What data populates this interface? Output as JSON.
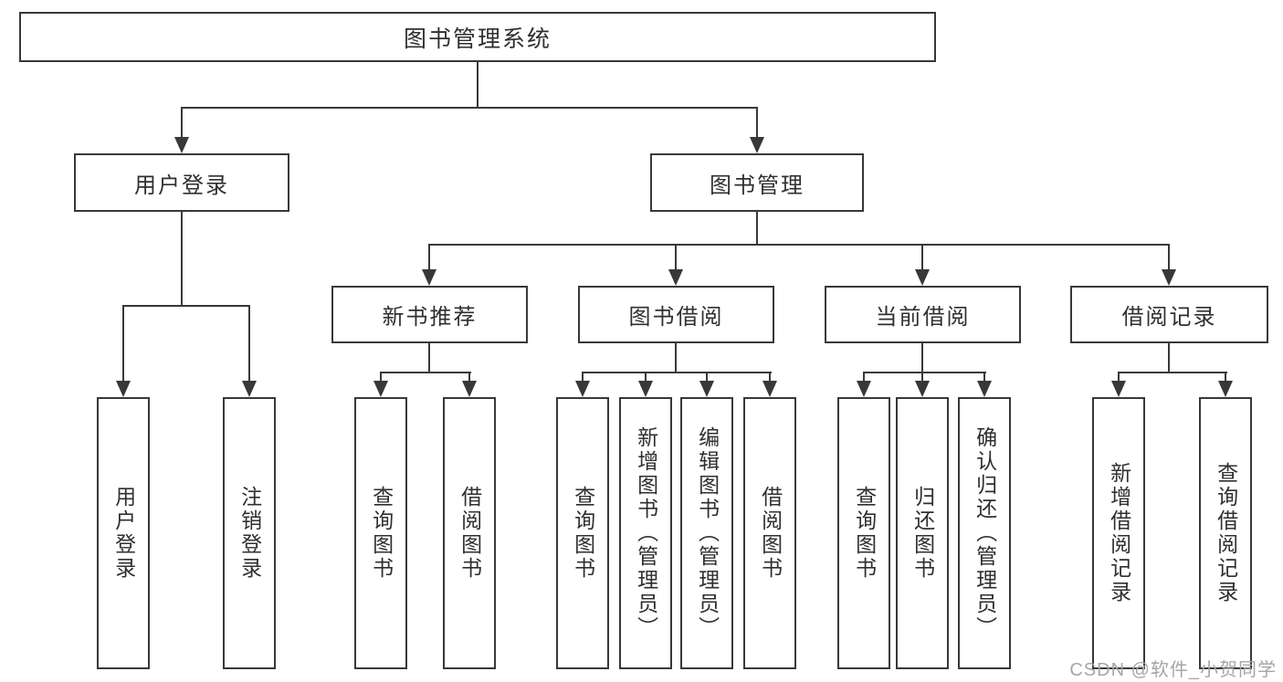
{
  "tree": {
    "label": "图书管理系统",
    "children": [
      {
        "label": "用户登录",
        "children": [
          {
            "label": "用户登录"
          },
          {
            "label": "注销登录"
          }
        ]
      },
      {
        "label": "图书管理",
        "children": [
          {
            "label": "新书推荐",
            "children": [
              {
                "label": "查询图书"
              },
              {
                "label": "借阅图书"
              }
            ]
          },
          {
            "label": "图书借阅",
            "children": [
              {
                "label": "查询图书"
              },
              {
                "label": "新增图书（管理员）"
              },
              {
                "label": "编辑图书（管理员）"
              },
              {
                "label": "借阅图书"
              }
            ]
          },
          {
            "label": "当前借阅",
            "children": [
              {
                "label": "查询图书"
              },
              {
                "label": "归还图书"
              },
              {
                "label": "确认归还（管理员）"
              }
            ]
          },
          {
            "label": "借阅记录",
            "children": [
              {
                "label": "新增借阅记录"
              },
              {
                "label": "查询借阅记录"
              }
            ]
          }
        ]
      }
    ]
  },
  "watermark": {
    "text": "CSDN @软件_小贺同学"
  },
  "colors": {
    "line": "#383838",
    "text": "#2f2f2f",
    "watermark": "#a6a6a6",
    "background": "#ffffff"
  }
}
